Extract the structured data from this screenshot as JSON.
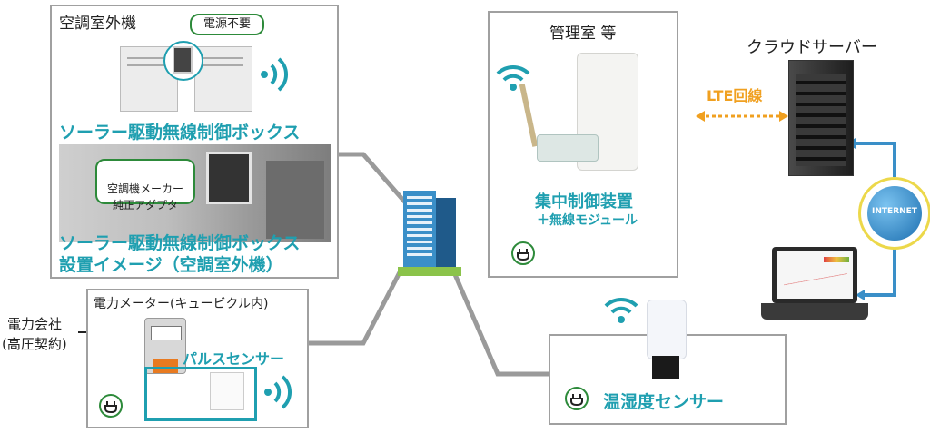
{
  "outdoor_unit": {
    "title": "空調室外機",
    "no_power_label": "電源不要",
    "solar_box_label": "ソーラー駆動無線制御ボックス",
    "adapter_label": "空調機メーカー\n純正アダプタ",
    "install_label_line1": "ソーラー駆動無線制御ボックス",
    "install_label_line2": "設置イメージ（空調室外機）"
  },
  "meter": {
    "title": "電力メーター(キュービクル内)",
    "power_company_line1": "電力会社",
    "power_company_line2": "(高圧契約)",
    "pulse_sensor_label": "パルスセンサー"
  },
  "control_room": {
    "title": "管理室 等",
    "device_label": "集中制御装置",
    "module_label": "＋無線モジュール"
  },
  "cloud": {
    "title": "クラウドサーバー",
    "lte_label": "LTE回線",
    "internet_label": "INTERNET"
  },
  "sensor": {
    "label": "温湿度センサー"
  },
  "colors": {
    "accent_teal": "#1f9fb0",
    "lte_orange": "#f0a020",
    "panel_border": "#a0a0a0",
    "plug_green": "#2d8a3a",
    "link_blue": "#3a8fc8"
  }
}
